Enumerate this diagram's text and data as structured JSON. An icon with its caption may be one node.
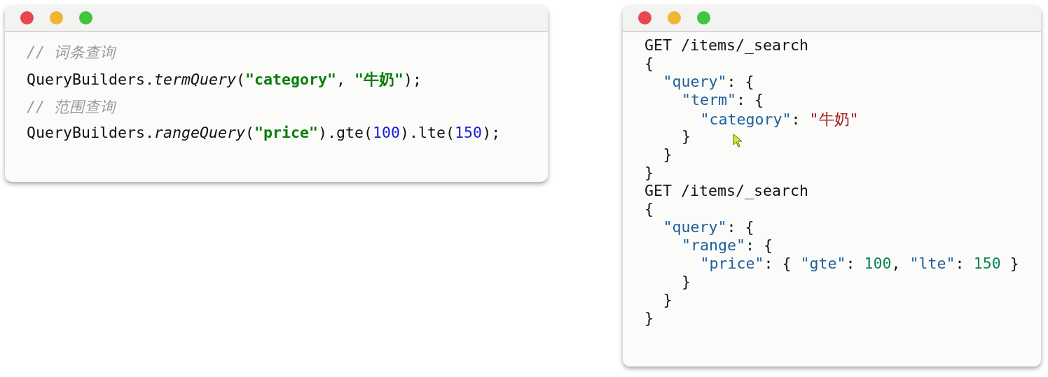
{
  "diagram": {
    "nodes": [
      {
        "text": [
          "// 词条查询",
          "QueryBuilders.*termQuery*(**\"category\"**, **\"牛奶\"**);",
          "// 范围查询",
          "QueryBuilders.*rangeQuery*(**\"price\"**).gte(100).lte(150);"
        ]
      },
      {
        "text": [
          "GET /items/_search",
          "{",
          "\"query\": {",
          "\"term\": {",
          "\"category\": \"牛奶\"",
          "}",
          "}",
          "}",
          "GET /items/_search",
          "{",
          "\"query\": {",
          "\"range\": {",
          "\"price\": { \"gte\": 100, \"lte\": 150 }",
          "}",
          "}",
          "}"
        ]
      }
    ]
  }
}
